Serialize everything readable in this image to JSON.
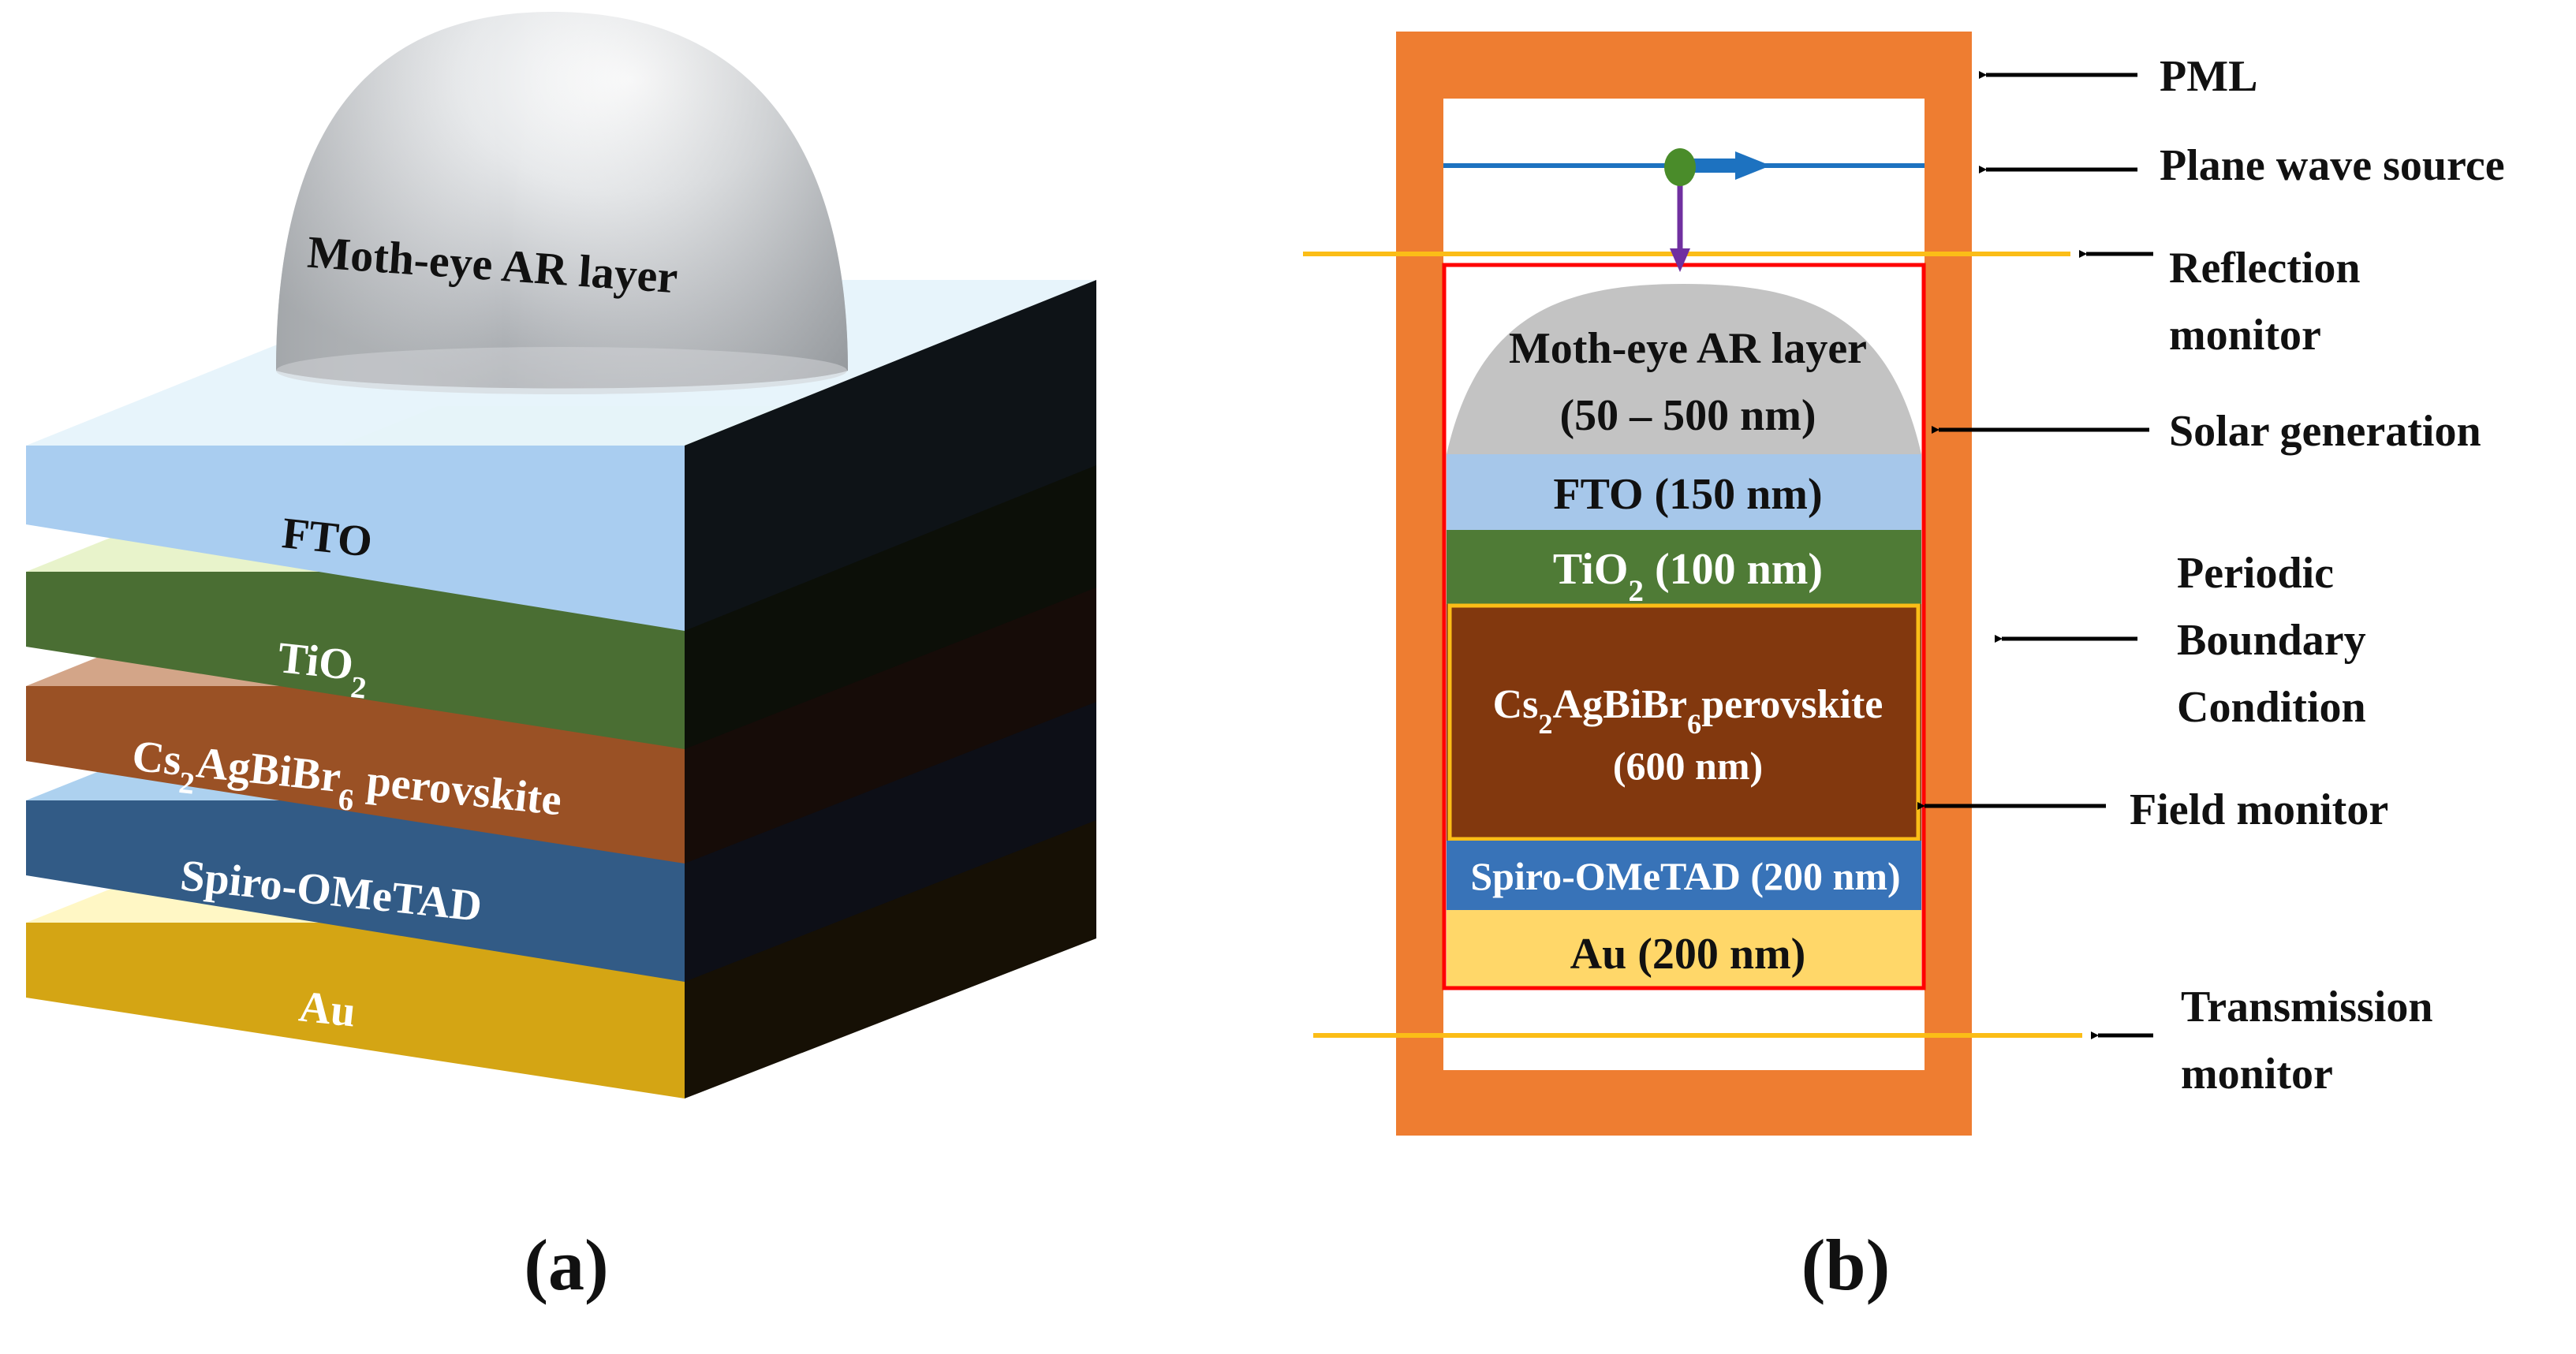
{
  "panel_a": {
    "caption": "(a)",
    "dome_label": "Moth-eye AR layer",
    "layers": [
      {
        "name": "FTO",
        "color": "#a9cdf0"
      },
      {
        "name": "TiO",
        "sub": "2",
        "color": "#4a6e33"
      },
      {
        "name": "Cs",
        "sub": "2",
        "name2": "AgBiBr",
        "sub2": "6",
        "name3": " perovskite",
        "color": "#9a5125"
      },
      {
        "name": "Spiro-OMeTAD",
        "color": "#325b86"
      },
      {
        "name": "Au",
        "color": "#d4a514"
      }
    ]
  },
  "panel_b": {
    "caption": "(b)",
    "layers": [
      {
        "line1": "Moth-eye AR layer",
        "line2": "(50 – 500 nm)",
        "color": "#c3c3c3",
        "text_color": "#111111"
      },
      {
        "line1": "FTO (150 nm)",
        "color": "#a6c7ea",
        "text_color": "#111111"
      },
      {
        "pre": "TiO",
        "sub": "2",
        "post": " (100 nm)",
        "color": "#4f7b36",
        "text_color": "#ffffff"
      },
      {
        "pre": "Cs",
        "sub": "2",
        "mid": "AgBiBr",
        "sub2": "6",
        "post": "perovskite",
        "line2": "(600 nm)",
        "color": "#82380e",
        "text_color": "#ffffff"
      },
      {
        "line1": "Spiro-OMeTAD (200 nm)",
        "color": "#3873b8",
        "text_color": "#ffffff"
      },
      {
        "line1": "Au (200 nm)",
        "color": "#ffd769",
        "text_color": "#111111"
      }
    ],
    "annotations": {
      "pml": "PML",
      "plane_wave": "Plane wave source",
      "reflection_1": "Reflection",
      "reflection_2": "monitor",
      "solar": "Solar generation",
      "periodic_1": "Periodic",
      "periodic_2": "Boundary",
      "periodic_3": "Condition",
      "field": "Field monitor",
      "transmission_1": "Transmission",
      "transmission_2": "monitor"
    },
    "colors": {
      "pml": "#ee7d31",
      "monitor_line": "#fbbd17",
      "source_line": "#1d72c0",
      "source_dot": "#4a8c2a",
      "source_down_arrow": "#7030a0",
      "sim_region": "#ff0000"
    }
  }
}
